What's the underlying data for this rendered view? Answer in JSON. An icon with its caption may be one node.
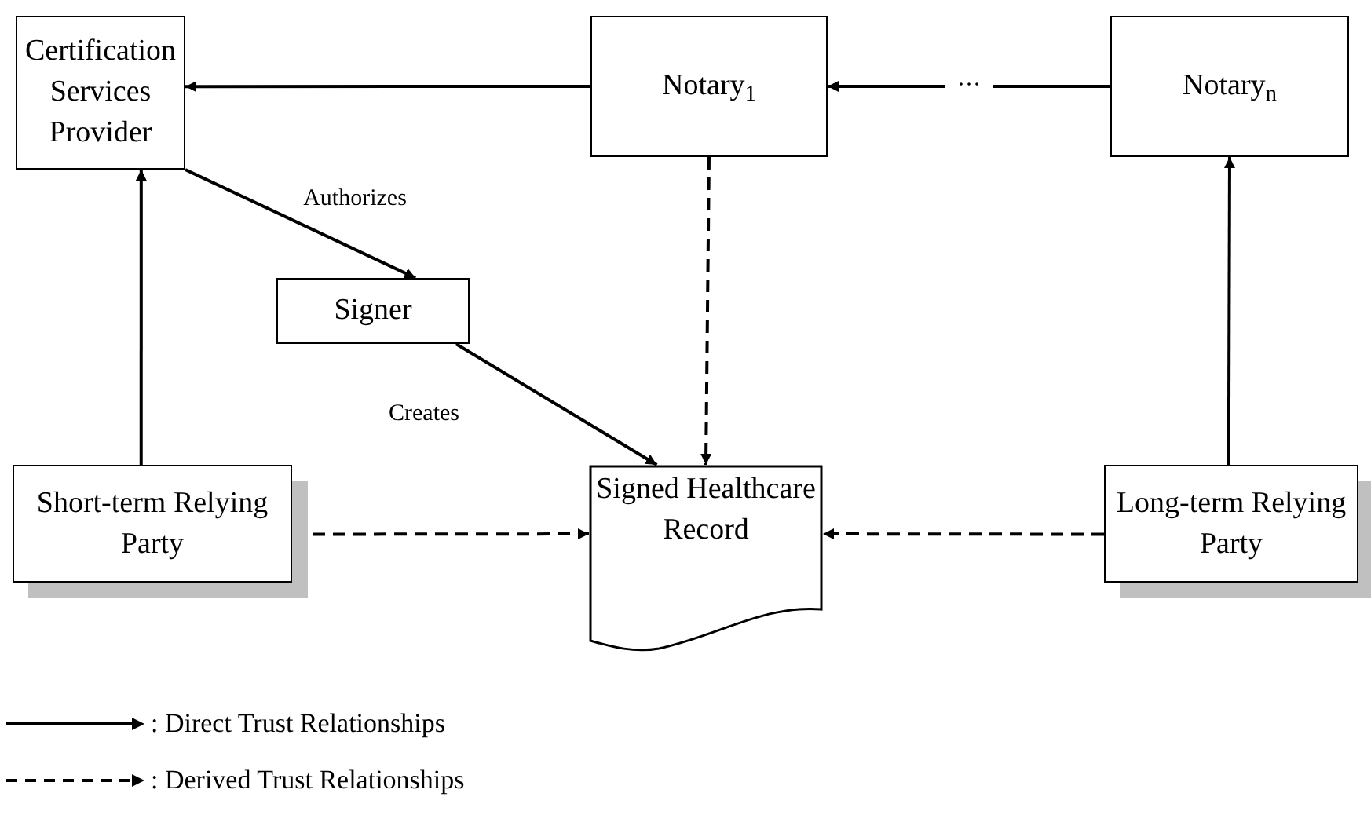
{
  "diagram": {
    "nodes": [
      {
        "text": [
          "Certification Services Provider"
        ]
      },
      {
        "text": [
          "Notary$_{1}$"
        ]
      },
      {
        "text": [
          "Notary$_{n}$"
        ]
      },
      {
        "text": [
          "Signer"
        ]
      },
      {
        "text": [
          "Short-term Relying Party"
        ]
      },
      {
        "text": [
          "Signed Healthcare Record"
        ]
      },
      {
        "text": [
          "Long-term Relying Party"
        ]
      }
    ],
    "edges": [
      {
        "from": 1,
        "to": 0,
        "arrow": "to"
      },
      {
        "from": 2,
        "to": 1,
        "arrow": "to",
        "label": "···"
      },
      {
        "from": 0,
        "to": 3,
        "arrow": "to",
        "label": "Authorizes"
      },
      {
        "from": 3,
        "to": 5,
        "arrow": "to",
        "label": "Creates"
      },
      {
        "from": 1,
        "to": 5,
        "arrow": "to",
        "style": "dashed"
      },
      {
        "from": 4,
        "to": 0,
        "arrow": "to"
      },
      {
        "from": 6,
        "to": 2,
        "arrow": "to"
      },
      {
        "from": 4,
        "to": 5,
        "arrow": "to",
        "style": "dashed"
      },
      {
        "from": 6,
        "to": 5,
        "arrow": "to",
        "style": "dashed"
      }
    ],
    "legend": [
      {
        "text": ": Direct Trust Relationships"
      },
      {
        "text": ": Derived Trust Relationships"
      }
    ]
  }
}
